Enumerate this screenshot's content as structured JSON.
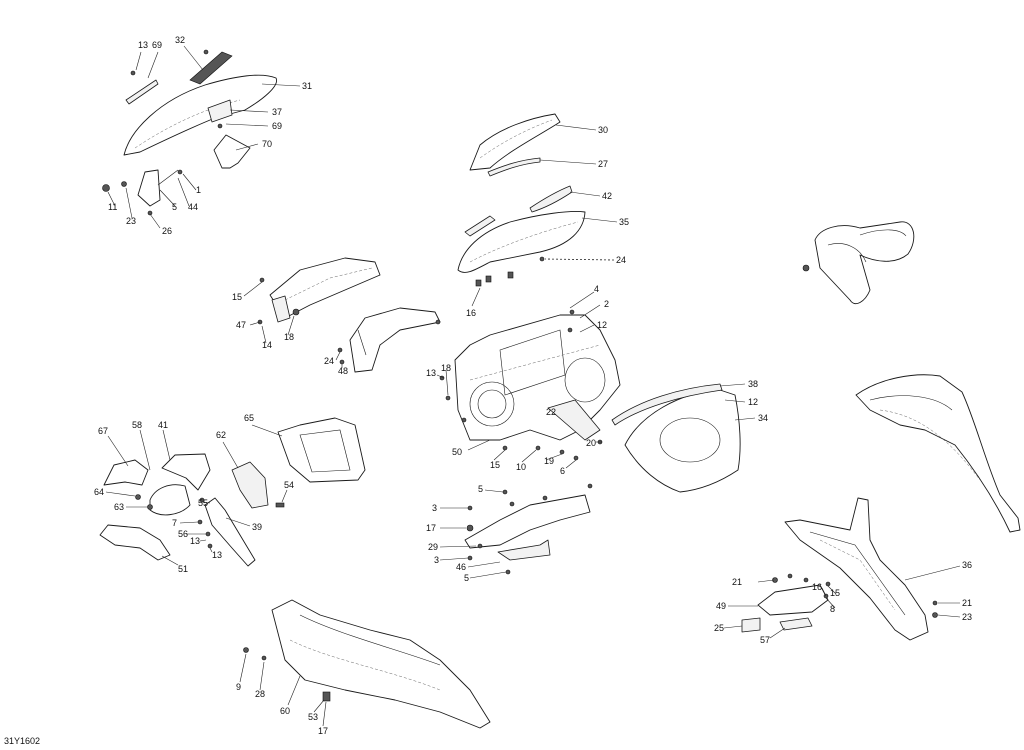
{
  "drawing": {
    "reference_code": "31Y1602",
    "callouts": {
      "c13a": "13",
      "c69a": "69",
      "c32": "32",
      "c31": "31",
      "c37": "37",
      "c69b": "69",
      "c70": "70",
      "c1": "1",
      "c5a": "5",
      "c44": "44",
      "c11": "11",
      "c23a": "23",
      "c26": "26",
      "c30": "30",
      "c27": "27",
      "c42": "42",
      "c35": "35",
      "c24a": "24",
      "c15a": "15",
      "c47": "47",
      "c14": "14",
      "c18a": "18",
      "c24b": "24",
      "c48": "48",
      "c16a": "16",
      "c4": "4",
      "c2": "2",
      "c12a": "12",
      "c13b": "13",
      "c18b": "18",
      "c22": "22",
      "c50": "50",
      "c15b": "15",
      "c10": "10",
      "c19": "19",
      "c20": "20",
      "c6": "6",
      "c38": "38",
      "c12b": "12",
      "c34": "34",
      "c67": "67",
      "c58": "58",
      "c41": "41",
      "c62": "62",
      "c65": "65",
      "c64": "64",
      "c63": "63",
      "c55": "55",
      "c54": "54",
      "c7": "7",
      "c56": "56",
      "c39": "39",
      "c13c": "13",
      "c13d": "13",
      "c51": "51",
      "c3a": "3",
      "c5b": "5",
      "c17a": "17",
      "c29": "29",
      "c3b": "3",
      "c46": "46",
      "c5c": "5",
      "c9": "9",
      "c28": "28",
      "c60": "60",
      "c53": "53",
      "c17b": "17",
      "c36": "36",
      "c16b": "16",
      "c21a": "21",
      "c15c": "15",
      "c8": "8",
      "c49": "49",
      "c25": "25",
      "c57": "57",
      "c21b": "21",
      "c23b": "23"
    }
  },
  "icons": [
    "screw-icon",
    "clip-icon",
    "nut-icon"
  ]
}
